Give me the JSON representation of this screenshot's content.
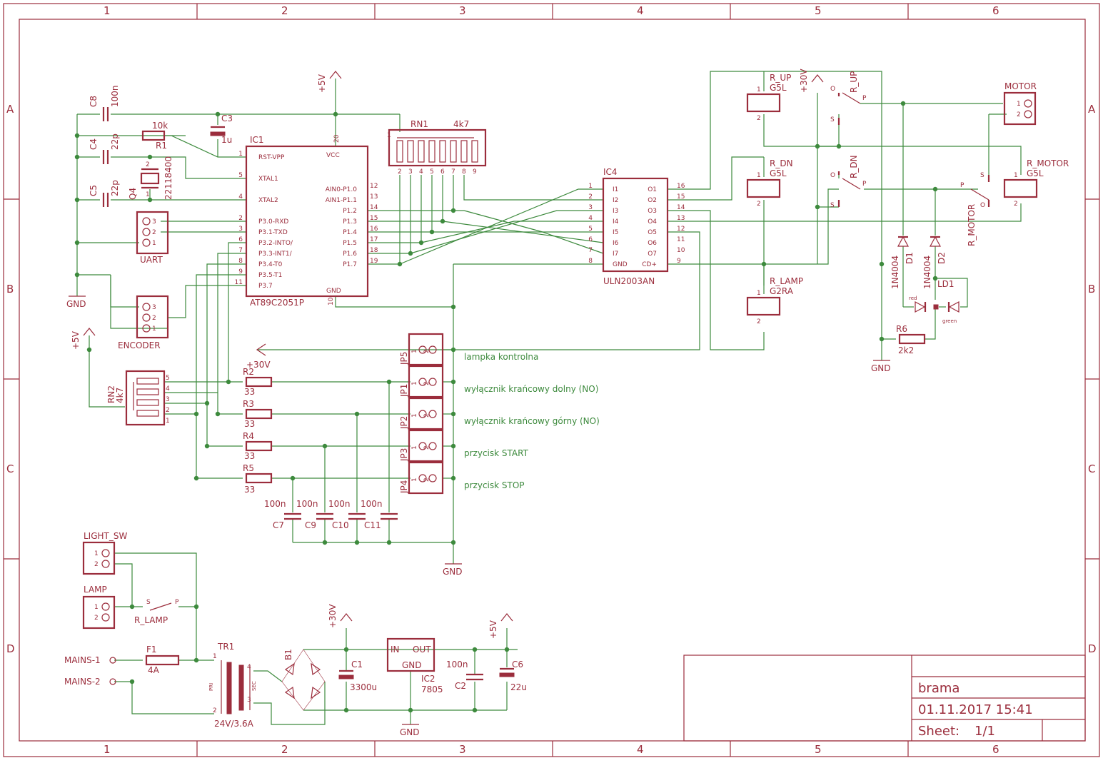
{
  "frame": {
    "columns": [
      "1",
      "2",
      "3",
      "4",
      "5",
      "6"
    ],
    "rows": [
      "A",
      "B",
      "C",
      "D"
    ]
  },
  "title_block": {
    "name": "brama",
    "date": "01.11.2017 15:41",
    "sheet_label": "Sheet:",
    "sheet_value": "1/1"
  },
  "components": {
    "ic1": {
      "name": "IC1",
      "value": "AT89C2051P",
      "pins_left": [
        {
          "num": "1",
          "name": "RST-VPP"
        },
        {
          "num": "5",
          "name": "XTAL1"
        },
        {
          "num": "4",
          "name": "XTAL2"
        },
        {
          "num": "2",
          "name": "P3.0-RXD"
        },
        {
          "num": "3",
          "name": "P3.1-TXD"
        },
        {
          "num": "6",
          "name": "P3.2-INTO/"
        },
        {
          "num": "7",
          "name": "P3.3-INT1/"
        },
        {
          "num": "8",
          "name": "P3.4-T0"
        },
        {
          "num": "9",
          "name": "P3.5-T1"
        },
        {
          "num": "11",
          "name": "P3.7"
        }
      ],
      "pins_right": [
        {
          "num": "12",
          "name": "AIN0-P1.0"
        },
        {
          "num": "13",
          "name": "AIN1-P1.1"
        },
        {
          "num": "14",
          "name": "P1.2"
        },
        {
          "num": "15",
          "name": "P1.3"
        },
        {
          "num": "16",
          "name": "P1.4"
        },
        {
          "num": "17",
          "name": "P1.5"
        },
        {
          "num": "18",
          "name": "P1.6"
        },
        {
          "num": "19",
          "name": "P1.7"
        }
      ],
      "pin_vcc": {
        "num": "20",
        "name": "VCC"
      },
      "pin_gnd": {
        "num": "10",
        "name": "GND"
      }
    },
    "ic4": {
      "name": "IC4",
      "value": "ULN2003AN",
      "pins_left": [
        {
          "num": "1",
          "name": "I1"
        },
        {
          "num": "2",
          "name": "I2"
        },
        {
          "num": "3",
          "name": "I3"
        },
        {
          "num": "4",
          "name": "I4"
        },
        {
          "num": "5",
          "name": "I5"
        },
        {
          "num": "6",
          "name": "I6"
        },
        {
          "num": "7",
          "name": "I7"
        },
        {
          "num": "8",
          "name": "GND"
        }
      ],
      "pins_right": [
        {
          "num": "16",
          "name": "O1"
        },
        {
          "num": "15",
          "name": "O2"
        },
        {
          "num": "14",
          "name": "O3"
        },
        {
          "num": "13",
          "name": "O4"
        },
        {
          "num": "12",
          "name": "O5"
        },
        {
          "num": "11",
          "name": "O6"
        },
        {
          "num": "10",
          "name": "O7"
        },
        {
          "num": "9",
          "name": "CD+"
        }
      ]
    },
    "rn1": {
      "name": "RN1",
      "value": "4k7",
      "pins": [
        "1",
        "2",
        "3",
        "4",
        "5",
        "6",
        "7",
        "8",
        "9"
      ]
    },
    "rn2": {
      "name": "RN2",
      "value": "4k7",
      "pins": [
        "5",
        "4",
        "3",
        "2",
        "1"
      ]
    },
    "c8": {
      "name": "C8",
      "value": "100n"
    },
    "c4": {
      "name": "C4",
      "value": "22p"
    },
    "c5": {
      "name": "C5",
      "value": "22p"
    },
    "c3": {
      "name": "C3",
      "value": "1u"
    },
    "r1": {
      "name": "R1",
      "value": "10k"
    },
    "q4": {
      "name": "Q4",
      "value": "22118400"
    },
    "uart": {
      "name": "UART",
      "pins": [
        "3",
        "2",
        "1"
      ]
    },
    "encoder": {
      "name": "ENCODER",
      "pins": [
        "3",
        "2",
        "1"
      ]
    },
    "r2": {
      "name": "R2",
      "value": "33"
    },
    "r3": {
      "name": "R3",
      "value": "33"
    },
    "r4": {
      "name": "R4",
      "value": "33"
    },
    "r5": {
      "name": "R5",
      "value": "33"
    },
    "c7": {
      "name": "C7",
      "value": "100n"
    },
    "c9": {
      "name": "C9",
      "value": "100n"
    },
    "c10": {
      "name": "C10",
      "value": "100n"
    },
    "c11": {
      "name": "C11",
      "value": "100n"
    },
    "jp5": {
      "name": "JP5",
      "label": "lampka kontrolna"
    },
    "jp1": {
      "name": "JP1",
      "label": "wyłącznik krańcowy dolny (NO)"
    },
    "jp2": {
      "name": "JP2",
      "label": "wyłącznik krańcowy górny (NO)"
    },
    "jp3": {
      "name": "JP3",
      "label": "przycisk START"
    },
    "jp4": {
      "name": "JP4",
      "label": "przycisk STOP"
    },
    "r_up": {
      "name": "R_UP",
      "value": "G5L"
    },
    "r_dn": {
      "name": "R_DN",
      "value": "G5L"
    },
    "r_lamp": {
      "name": "R_LAMP",
      "value": "G2RA"
    },
    "r_motor": {
      "name": "R_MOTOR",
      "value": "G5L"
    },
    "motor": {
      "name": "MOTOR"
    },
    "d1": {
      "name": "D1",
      "value": "1N4004"
    },
    "d2": {
      "name": "D2",
      "value": "1N4004"
    },
    "ld1": {
      "name": "LD1",
      "red": "red",
      "green": "green"
    },
    "r6": {
      "name": "R6",
      "value": "2k2"
    },
    "light_sw": {
      "name": "LIGHT_SW"
    },
    "lamp": {
      "name": "LAMP"
    },
    "mains1": {
      "name": "MAINS-1"
    },
    "mains2": {
      "name": "MAINS-2"
    },
    "f1": {
      "name": "F1",
      "value": "4A"
    },
    "tr1": {
      "name": "TR1",
      "value": "24V/3.6A",
      "pri": "PRI",
      "sec": "SEC"
    },
    "b1": {
      "name": "B1"
    },
    "c1": {
      "name": "C1",
      "value": "3300u"
    },
    "ic2": {
      "name": "IC2",
      "value": "7805",
      "in": "IN",
      "out": "OUT",
      "gnd": "GND"
    },
    "c2": {
      "name": "C2",
      "value": "100n"
    },
    "c6": {
      "name": "C6",
      "value": "22u"
    }
  },
  "supplies": {
    "plus5v": "+5V",
    "plus30v": "+30V",
    "gnd": "GND"
  },
  "relay_contacts": {
    "s": "S",
    "p": "P",
    "o": "O"
  }
}
